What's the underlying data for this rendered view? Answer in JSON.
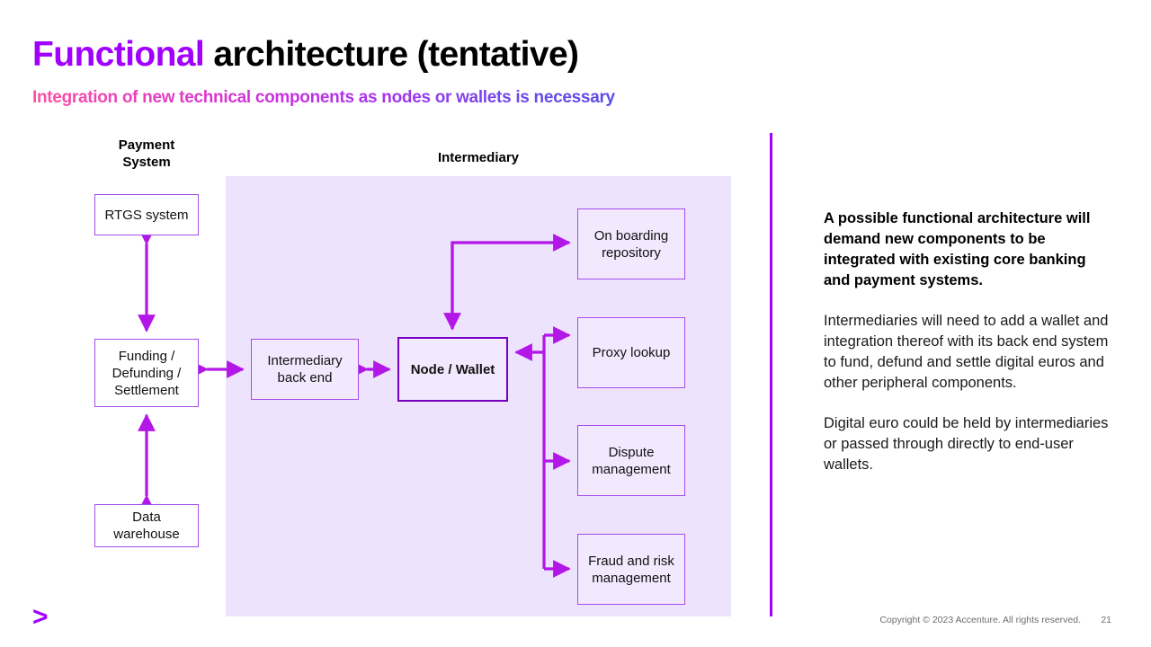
{
  "header": {
    "title_accent": "Functional",
    "title_plain": " architecture (tentative)",
    "subtitle": "Integration of new technical components as nodes or wallets is necessary"
  },
  "diagram": {
    "column_labels": {
      "payment_system": "Payment\nSystem",
      "intermediary": "Intermediary"
    },
    "boxes": {
      "rtgs": "RTGS system",
      "funding": "Funding /\nDefunding /\nSettlement",
      "data_warehouse": "Data\nwarehouse",
      "intermediary_back_end": "Intermediary\nback end",
      "node_wallet": "Node / Wallet",
      "on_boarding_repository": "On boarding\nrepository",
      "proxy_lookup": "Proxy lookup",
      "dispute_management": "Dispute\nmanagement",
      "fraud_and_risk_management": "Fraud and risk\nmanagement"
    }
  },
  "right_panel": {
    "lead": "A possible functional architecture will demand new components to be integrated with existing core banking and payment systems.",
    "paragraphs": [
      "Intermediaries will need to add a wallet and integration thereof with its back end system to fund, defund and settle digital euros and other peripheral components.",
      "Digital euro could be held by intermediaries or passed through directly to end-user wallets."
    ]
  },
  "footer": {
    "logo": ">",
    "copyright": "Copyright © 2023 Accenture. All rights reserved.",
    "page_number": "21"
  },
  "colors": {
    "accent_purple": "#A100FF",
    "node_border": "#A64DEB",
    "node_emphasis_border": "#7500C0",
    "panel_background": "#EDE3FD",
    "arrow": "#B317E8",
    "subtitle_gradient_start": "#FF4FA3",
    "subtitle_gradient_end": "#5B4BE8"
  }
}
